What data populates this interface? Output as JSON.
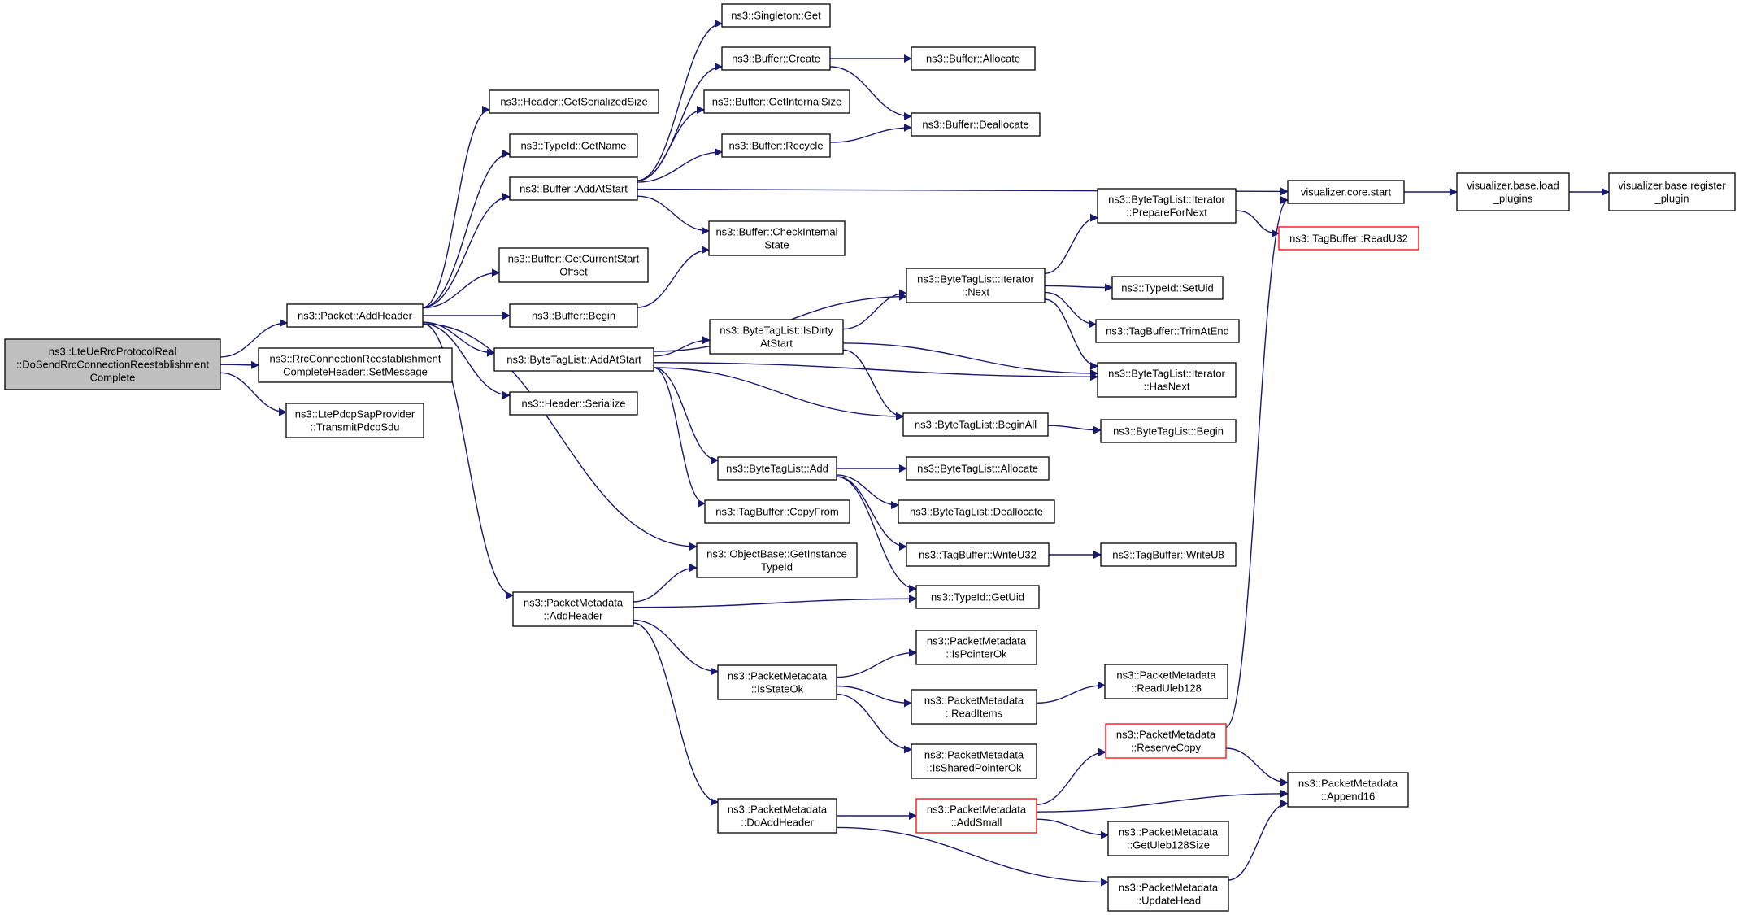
{
  "colors": {
    "edge": "#191970",
    "node_border": "#000000",
    "node_fill": "#ffffff",
    "root_fill": "#bfbfbf",
    "truncated_border": "#ff0000"
  },
  "nodes": [
    {
      "id": "root",
      "lines": [
        "ns3::LteUeRrcProtocolReal",
        "::DoSendRrcConnectionReestablishment",
        "Complete"
      ],
      "style": "root"
    },
    {
      "id": "pkt_addheader",
      "lines": [
        "ns3::Packet::AddHeader"
      ]
    },
    {
      "id": "rrc_setmessage",
      "lines": [
        "ns3::RrcConnectionReestablishment",
        "CompleteHeader::SetMessage"
      ]
    },
    {
      "id": "pdcp_transmit",
      "lines": [
        "ns3::LtePdcpSapProvider",
        "::TransmitPdcpSdu"
      ]
    },
    {
      "id": "hdr_getsize",
      "lines": [
        "ns3::Header::GetSerializedSize"
      ]
    },
    {
      "id": "typeid_getname",
      "lines": [
        "ns3::TypeId::GetName"
      ]
    },
    {
      "id": "buf_addatstart",
      "lines": [
        "ns3::Buffer::AddAtStart"
      ]
    },
    {
      "id": "buf_getcurstart",
      "lines": [
        "ns3::Buffer::GetCurrentStart",
        "Offset"
      ]
    },
    {
      "id": "buf_begin",
      "lines": [
        "ns3::Buffer::Begin"
      ]
    },
    {
      "id": "btl_addatstart",
      "lines": [
        "ns3::ByteTagList::AddAtStart"
      ]
    },
    {
      "id": "hdr_serialize",
      "lines": [
        "ns3::Header::Serialize"
      ]
    },
    {
      "id": "pm_addheader",
      "lines": [
        "ns3::PacketMetadata",
        "::AddHeader"
      ]
    },
    {
      "id": "singleton_get",
      "lines": [
        "ns3::Singleton::Get"
      ]
    },
    {
      "id": "buf_create",
      "lines": [
        "ns3::Buffer::Create"
      ]
    },
    {
      "id": "buf_getintsize",
      "lines": [
        "ns3::Buffer::GetInternalSize"
      ]
    },
    {
      "id": "buf_recycle",
      "lines": [
        "ns3::Buffer::Recycle"
      ]
    },
    {
      "id": "buf_checkint",
      "lines": [
        "ns3::Buffer::CheckInternal",
        "State"
      ]
    },
    {
      "id": "btl_isdirty",
      "lines": [
        "ns3::ByteTagList::IsDirty",
        "AtStart"
      ]
    },
    {
      "id": "btl_add",
      "lines": [
        "ns3::ByteTagList::Add"
      ]
    },
    {
      "id": "tb_copyfrom",
      "lines": [
        "ns3::TagBuffer::CopyFrom"
      ]
    },
    {
      "id": "ob_getinst",
      "lines": [
        "ns3::ObjectBase::GetInstance",
        "TypeId"
      ]
    },
    {
      "id": "pm_isstateok",
      "lines": [
        "ns3::PacketMetadata",
        "::IsStateOk"
      ]
    },
    {
      "id": "pm_doaddheader",
      "lines": [
        "ns3::PacketMetadata",
        "::DoAddHeader"
      ]
    },
    {
      "id": "buf_allocate",
      "lines": [
        "ns3::Buffer::Allocate"
      ]
    },
    {
      "id": "buf_deallocate",
      "lines": [
        "ns3::Buffer::Deallocate"
      ]
    },
    {
      "id": "viz_core_start",
      "lines": [
        "visualizer.core.start"
      ]
    },
    {
      "id": "btl_it_next",
      "lines": [
        "ns3::ByteTagList::Iterator",
        "::Next"
      ]
    },
    {
      "id": "btl_beginall",
      "lines": [
        "ns3::ByteTagList::BeginAll"
      ]
    },
    {
      "id": "btl_allocate",
      "lines": [
        "ns3::ByteTagList::Allocate"
      ]
    },
    {
      "id": "btl_deallocate",
      "lines": [
        "ns3::ByteTagList::Deallocate"
      ]
    },
    {
      "id": "tb_writeu32",
      "lines": [
        "ns3::TagBuffer::WriteU32"
      ]
    },
    {
      "id": "typeid_getuid",
      "lines": [
        "ns3::TypeId::GetUid"
      ]
    },
    {
      "id": "pm_ispointerok",
      "lines": [
        "ns3::PacketMetadata",
        "::IsPointerOk"
      ]
    },
    {
      "id": "pm_readitems",
      "lines": [
        "ns3::PacketMetadata",
        "::ReadItems"
      ]
    },
    {
      "id": "pm_issharedptrok",
      "lines": [
        "ns3::PacketMetadata",
        "::IsSharedPointerOk"
      ]
    },
    {
      "id": "pm_addsmall",
      "lines": [
        "ns3::PacketMetadata",
        "::AddSmall"
      ],
      "style": "truncated"
    },
    {
      "id": "viz_base_load",
      "lines": [
        "visualizer.base.load",
        "_plugins"
      ]
    },
    {
      "id": "viz_base_register",
      "lines": [
        "visualizer.base.register",
        "_plugin"
      ]
    },
    {
      "id": "btl_it_prepare",
      "lines": [
        "ns3::ByteTagList::Iterator",
        "::PrepareForNext"
      ]
    },
    {
      "id": "typeid_setuid",
      "lines": [
        "ns3::TypeId::SetUid"
      ]
    },
    {
      "id": "tb_trimatend",
      "lines": [
        "ns3::TagBuffer::TrimAtEnd"
      ]
    },
    {
      "id": "btl_it_hasnext",
      "lines": [
        "ns3::ByteTagList::Iterator",
        "::HasNext"
      ]
    },
    {
      "id": "btl_begin",
      "lines": [
        "ns3::ByteTagList::Begin"
      ]
    },
    {
      "id": "tb_writeu8",
      "lines": [
        "ns3::TagBuffer::WriteU8"
      ]
    },
    {
      "id": "pm_readuleb",
      "lines": [
        "ns3::PacketMetadata",
        "::ReadUleb128"
      ]
    },
    {
      "id": "pm_reservecopy",
      "lines": [
        "ns3::PacketMetadata",
        "::ReserveCopy"
      ],
      "style": "truncated"
    },
    {
      "id": "pm_getulebsize",
      "lines": [
        "ns3::PacketMetadata",
        "::GetUleb128Size"
      ]
    },
    {
      "id": "pm_updatehead",
      "lines": [
        "ns3::PacketMetadata",
        "::UpdateHead"
      ]
    },
    {
      "id": "tb_readu32",
      "lines": [
        "ns3::TagBuffer::ReadU32"
      ],
      "style": "truncated"
    },
    {
      "id": "pm_append16",
      "lines": [
        "ns3::PacketMetadata",
        "::Append16"
      ]
    }
  ],
  "edges": [
    [
      "root",
      "pkt_addheader"
    ],
    [
      "root",
      "rrc_setmessage"
    ],
    [
      "root",
      "pdcp_transmit"
    ],
    [
      "pkt_addheader",
      "hdr_getsize"
    ],
    [
      "pkt_addheader",
      "typeid_getname"
    ],
    [
      "pkt_addheader",
      "buf_addatstart"
    ],
    [
      "pkt_addheader",
      "buf_getcurstart"
    ],
    [
      "pkt_addheader",
      "buf_begin"
    ],
    [
      "pkt_addheader",
      "btl_addatstart"
    ],
    [
      "pkt_addheader",
      "hdr_serialize"
    ],
    [
      "pkt_addheader",
      "ob_getinst"
    ],
    [
      "pkt_addheader",
      "pm_addheader"
    ],
    [
      "buf_addatstart",
      "singleton_get"
    ],
    [
      "buf_addatstart",
      "buf_create"
    ],
    [
      "buf_addatstart",
      "buf_getintsize"
    ],
    [
      "buf_addatstart",
      "buf_recycle"
    ],
    [
      "buf_addatstart",
      "viz_core_start"
    ],
    [
      "buf_addatstart",
      "buf_checkint"
    ],
    [
      "buf_create",
      "buf_allocate"
    ],
    [
      "buf_create",
      "buf_deallocate"
    ],
    [
      "buf_recycle",
      "buf_deallocate"
    ],
    [
      "buf_begin",
      "buf_checkint"
    ],
    [
      "btl_addatstart",
      "btl_isdirty"
    ],
    [
      "btl_addatstart",
      "btl_it_next"
    ],
    [
      "btl_addatstart",
      "btl_it_hasnext"
    ],
    [
      "btl_addatstart",
      "btl_beginall"
    ],
    [
      "btl_addatstart",
      "btl_add"
    ],
    [
      "btl_addatstart",
      "tb_copyfrom"
    ],
    [
      "btl_isdirty",
      "btl_it_next"
    ],
    [
      "btl_isdirty",
      "btl_it_hasnext"
    ],
    [
      "btl_isdirty",
      "btl_beginall"
    ],
    [
      "btl_it_next",
      "btl_it_prepare"
    ],
    [
      "btl_it_next",
      "typeid_setuid"
    ],
    [
      "btl_it_next",
      "tb_trimatend"
    ],
    [
      "btl_it_next",
      "btl_it_hasnext"
    ],
    [
      "btl_it_prepare",
      "tb_readu32"
    ],
    [
      "btl_beginall",
      "btl_begin"
    ],
    [
      "btl_add",
      "btl_allocate"
    ],
    [
      "btl_add",
      "btl_deallocate"
    ],
    [
      "btl_add",
      "tb_writeu32"
    ],
    [
      "btl_add",
      "typeid_getuid"
    ],
    [
      "tb_writeu32",
      "tb_writeu8"
    ],
    [
      "pm_addheader",
      "ob_getinst"
    ],
    [
      "pm_addheader",
      "typeid_getuid"
    ],
    [
      "pm_addheader",
      "pm_isstateok"
    ],
    [
      "pm_addheader",
      "pm_doaddheader"
    ],
    [
      "pm_isstateok",
      "pm_ispointerok"
    ],
    [
      "pm_isstateok",
      "pm_readitems"
    ],
    [
      "pm_isstateok",
      "pm_issharedptrok"
    ],
    [
      "pm_readitems",
      "pm_readuleb"
    ],
    [
      "pm_doaddheader",
      "pm_addsmall"
    ],
    [
      "pm_doaddheader",
      "pm_updatehead"
    ],
    [
      "pm_addsmall",
      "pm_reservecopy"
    ],
    [
      "pm_addsmall",
      "pm_append16"
    ],
    [
      "pm_addsmall",
      "pm_getulebsize"
    ],
    [
      "pm_reservecopy",
      "viz_core_start"
    ],
    [
      "pm_reservecopy",
      "pm_append16"
    ],
    [
      "pm_updatehead",
      "pm_append16"
    ],
    [
      "viz_core_start",
      "viz_base_load"
    ],
    [
      "viz_base_load",
      "viz_base_register"
    ]
  ]
}
